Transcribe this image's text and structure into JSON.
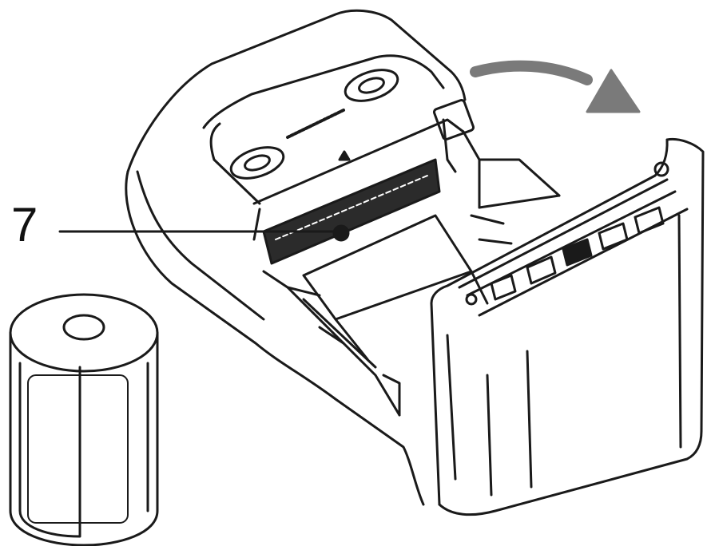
{
  "callout": {
    "label": "7"
  },
  "colors": {
    "line": "#1a1a1a",
    "arrow": "#7a7a7a",
    "background": "#ffffff",
    "print_head": "#2b2b2b"
  },
  "icons": [
    "paper-roll",
    "printer-body",
    "open-cover",
    "rotation-arrow",
    "callout-dot"
  ]
}
